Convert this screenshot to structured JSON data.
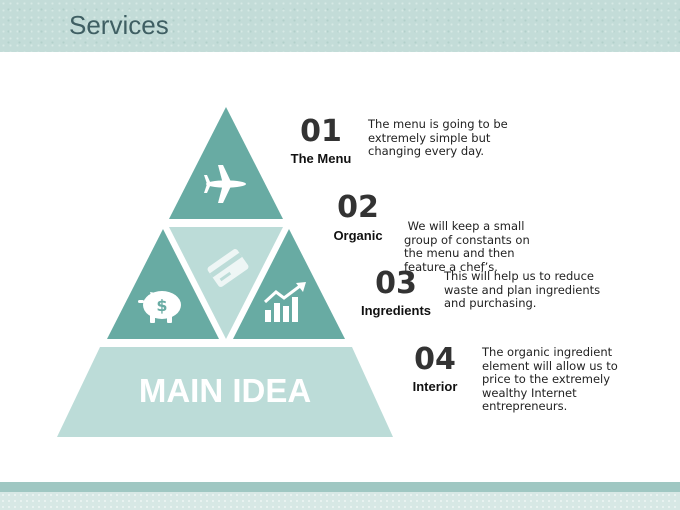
{
  "page": {
    "title": "Services"
  },
  "pyramid": {
    "main_label": "MAIN IDEA",
    "colors": {
      "dark": "#68aba3",
      "light": "#bcdcd8",
      "icon": "#ffffff"
    },
    "icons": [
      "airplane-icon",
      "credit-card-icon",
      "piggy-bank-icon",
      "growth-chart-icon"
    ]
  },
  "items": [
    {
      "number": "01",
      "label": "The Menu",
      "desc": [
        "The menu is going to be",
        "extremely simple but",
        "changing every day."
      ]
    },
    {
      "number": "02",
      "label": "Organic",
      "desc": [
        " We will keep a small",
        "group of constants on",
        "the menu and then",
        "feature a chef’s."
      ]
    },
    {
      "number": "03",
      "label": "Ingredients",
      "desc": [
        "This will help us to reduce",
        "waste and plan ingredients",
        "and purchasing."
      ]
    },
    {
      "number": "04",
      "label": "Interior",
      "desc": [
        "The organic ingredient",
        "element will allow us to",
        "price to the extremely",
        "wealthy Internet",
        "entrepreneurs."
      ]
    }
  ]
}
